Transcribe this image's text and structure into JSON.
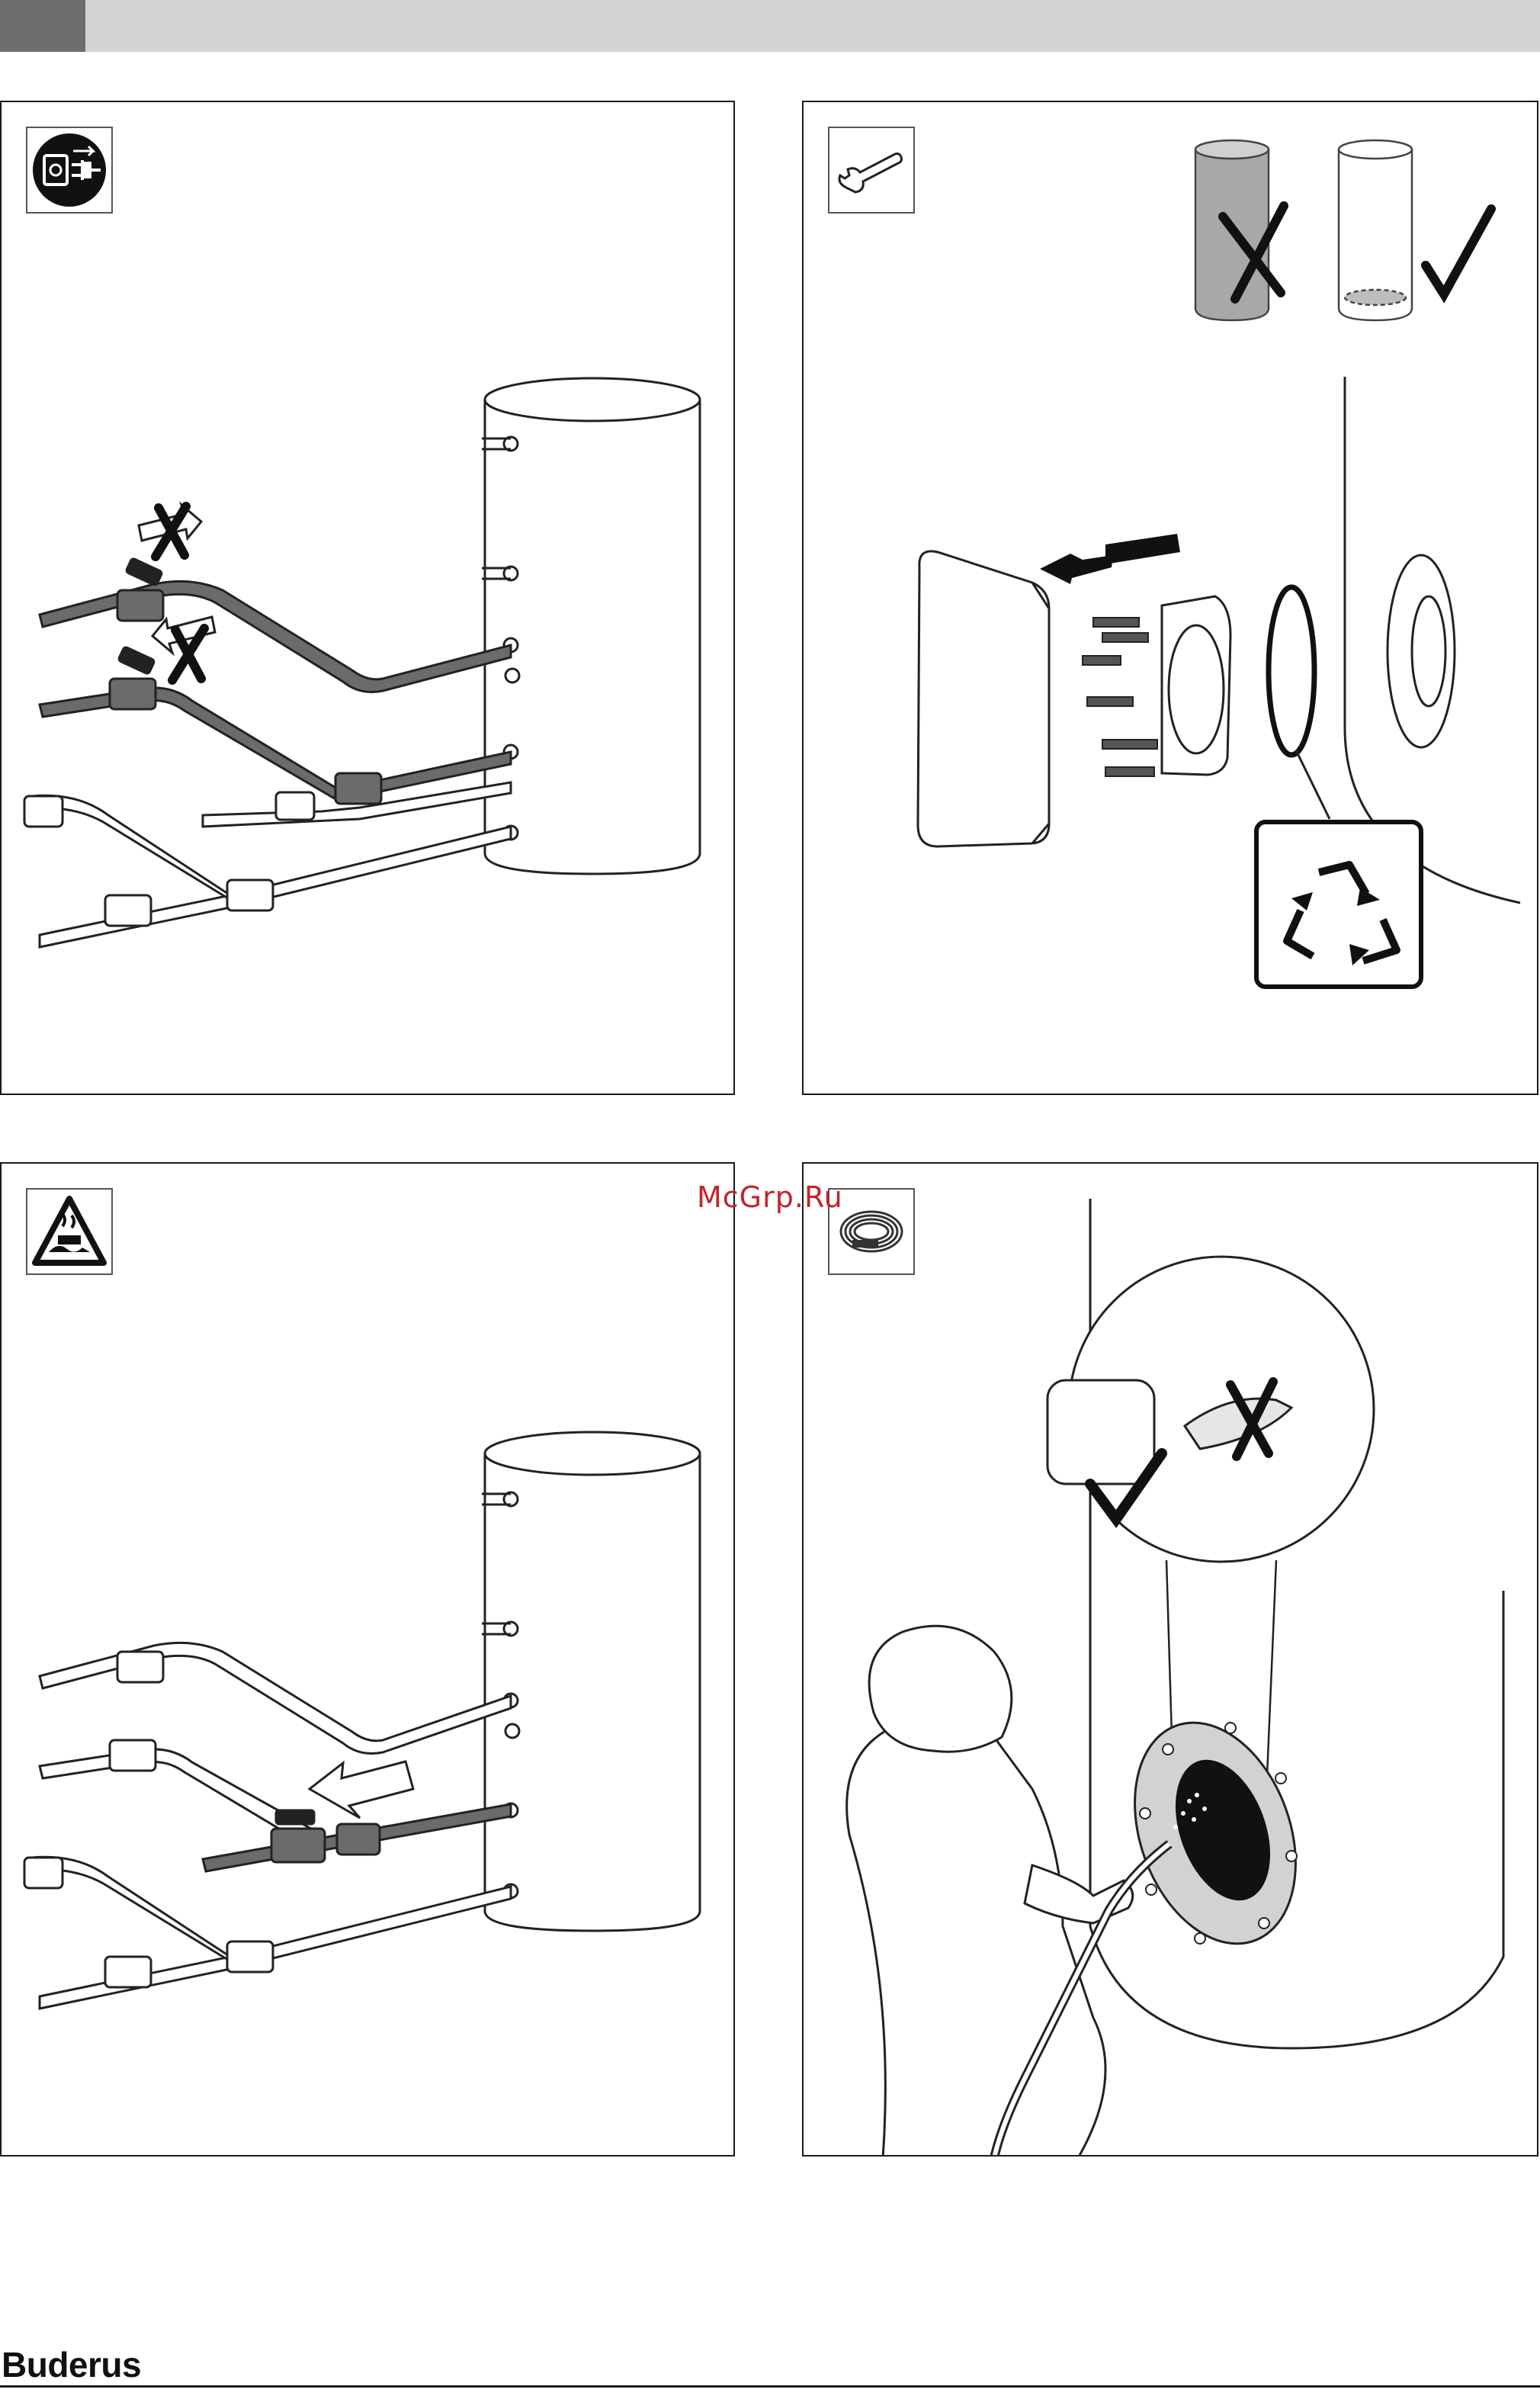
{
  "page": {
    "watermark": "McGrp.Ru",
    "brand": "Buderus"
  },
  "panels": [
    {
      "id": "disconnect-power",
      "icon": "unplug-power-icon"
    },
    {
      "id": "remove-inspection-cover",
      "icon": "wrench-icon"
    },
    {
      "id": "connect-drain-hose",
      "icon": "hot-water-warning-icon"
    },
    {
      "id": "flush-tank-interior",
      "icon": "water-hose-icon"
    }
  ],
  "colors": {
    "frame": "#1a1a1a",
    "header_bar": "#d3d3d3",
    "header_tab": "#6e6e6e",
    "highlight_pipe": "#6b6b6b",
    "watermark": "#c0262b"
  }
}
